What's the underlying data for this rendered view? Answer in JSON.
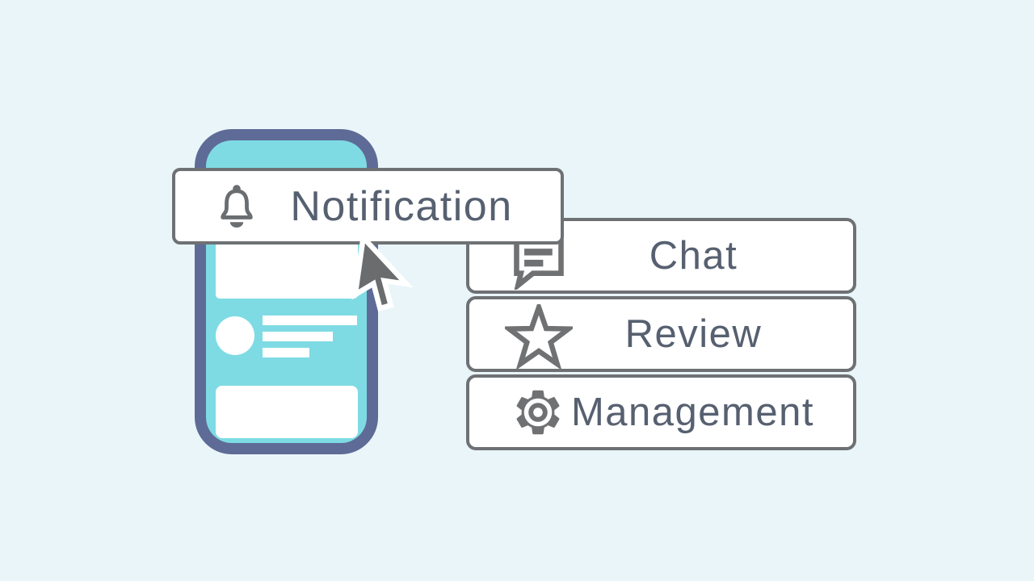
{
  "illustration": {
    "description": "Flat illustration of a smartphone with a notification callout, cursor and three feature buttons",
    "colors": {
      "background": "#e9f5f8",
      "phone_frame": "#5e6b97",
      "phone_screen": "#7edbe4",
      "box_border": "#6e7174",
      "icon_gray": "#6f7173",
      "label_text": "#566070",
      "cursor_fill": "#6a6c6e",
      "cursor_outline": "#ffffff",
      "placeholder_white": "#ffffff"
    }
  },
  "notification": {
    "label": "Notification",
    "icon": "bell-icon"
  },
  "menu": {
    "items": [
      {
        "label": "Chat",
        "icon": "chat-bubble-icon"
      },
      {
        "label": "Review",
        "icon": "star-icon"
      },
      {
        "label": "Management",
        "icon": "gear-icon"
      }
    ]
  },
  "cursor": {
    "icon": "mouse-pointer-icon"
  }
}
